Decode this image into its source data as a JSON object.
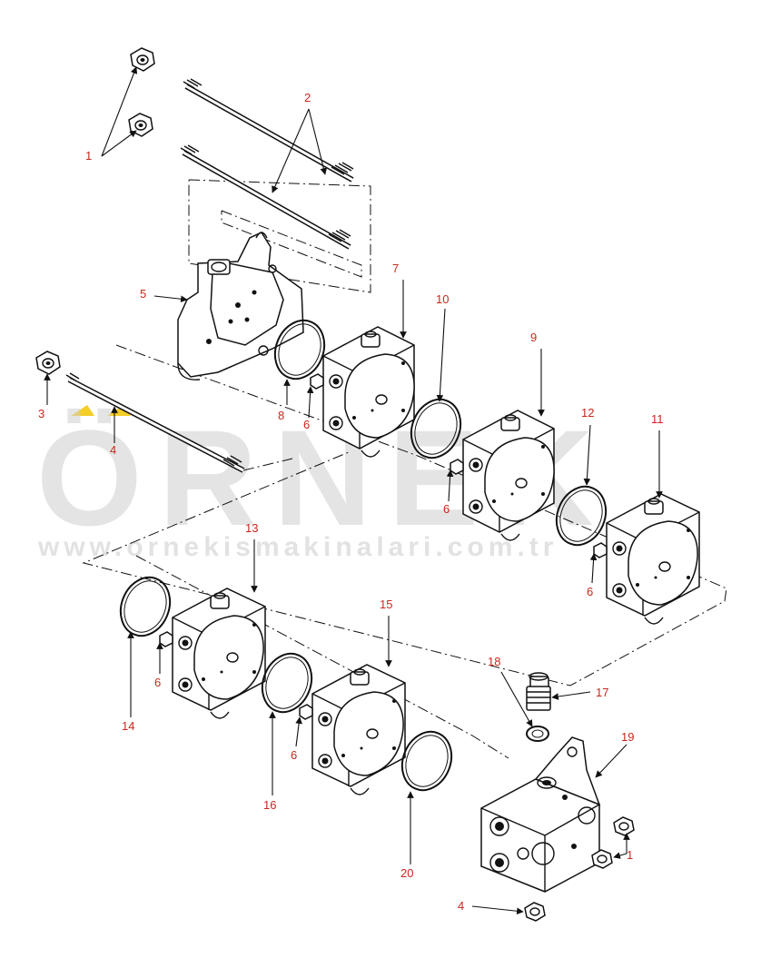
{
  "watermark": {
    "brand": "ÖRNEK",
    "url": "www.ornekismakinalari.com.tr",
    "accent_color": "#f2c400"
  },
  "callouts": [
    "1",
    "2",
    "3",
    "4",
    "5",
    "6",
    "7",
    "8",
    "9",
    "10",
    "11",
    "12",
    "13",
    "14",
    "15",
    "16",
    "17",
    "18",
    "19",
    "20"
  ],
  "colors": {
    "callout_text": "#c8281e",
    "line": "#111111",
    "watermark": "#cfcfcf"
  }
}
